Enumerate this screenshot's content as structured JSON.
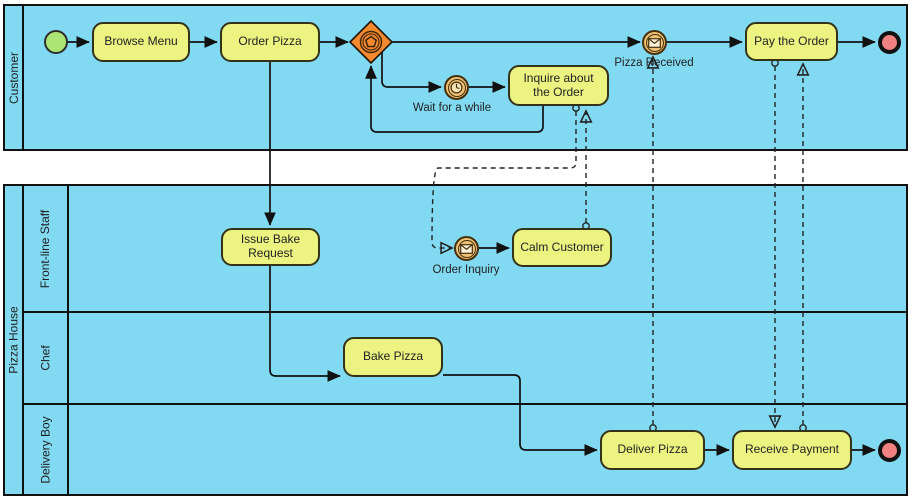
{
  "pools": {
    "customer": {
      "label": "Customer"
    },
    "pizza_house": {
      "label": "Pizza House",
      "lanes": {
        "front_line_staff": "Front-line Staff",
        "chef": "Chef",
        "delivery_boy": "Delivery Boy"
      }
    }
  },
  "tasks": {
    "browse_menu": "Browse Menu",
    "order_pizza": "Order Pizza",
    "inquire_order": "Inquire about the Order",
    "pay_order": "Pay the Order",
    "issue_bake_request": "Issue Bake Request",
    "calm_customer": "Calm Customer",
    "bake_pizza": "Bake Pizza",
    "deliver_pizza": "Deliver Pizza",
    "receive_payment": "Receive Payment"
  },
  "event_labels": {
    "wait": "Wait for a while",
    "pizza_received": "Pizza Received",
    "order_inquiry": "Order Inquiry"
  },
  "colors": {
    "pool_fill": "#82daf2",
    "task_fill": "#ecf381",
    "start_event_fill": "#ace573",
    "end_event_fill": "#f28181",
    "gateway_fill": "#f6892e",
    "intermediate_event_fill": "#efc172",
    "line": "#111111"
  }
}
